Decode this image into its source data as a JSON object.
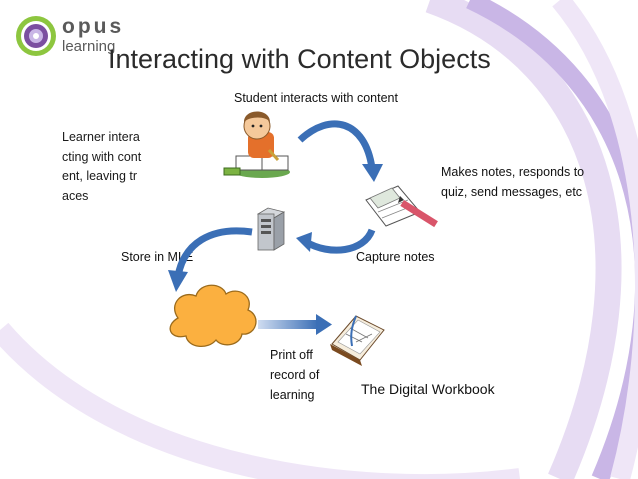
{
  "logo": {
    "line1": "opus",
    "line2": "learning"
  },
  "title": "Interacting with Content Objects",
  "labels": {
    "student": "Student interacts with content",
    "learner": "Learner interacting with content, leaving traces",
    "makes_notes_1": "Makes notes, responds to",
    "makes_notes_2": "quiz, send messages, etc",
    "store": "Store in MLE",
    "capture": "Capture notes",
    "print_1": "Print off",
    "print_2": "record of",
    "print_3": "learning",
    "workbook": "The Digital Workbook"
  },
  "colors": {
    "arc_purple": "#c9b6e6",
    "arc_light": "#e7dcf3",
    "arrow_blue": "#3b6fb6",
    "cloud_orange": "#fbb040",
    "logo_green": "#8dc63f",
    "logo_purple": "#7b4fa0"
  },
  "icons": {
    "student": "student-reading-icon",
    "notes": "notepad-pencil-icon",
    "server": "server-tower-icon",
    "cloud": "cloud-icon",
    "book": "open-book-icon"
  }
}
